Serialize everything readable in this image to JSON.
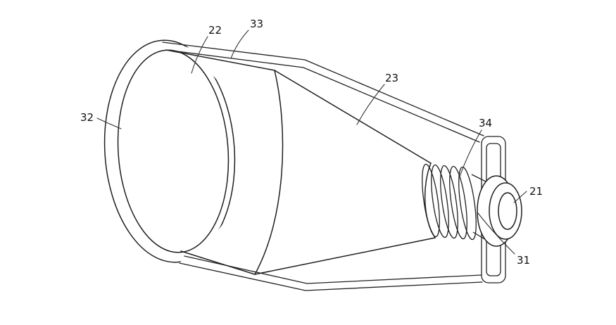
{
  "figure": {
    "background_color": "#ffffff",
    "line_color": "#1f1f1f"
  },
  "labels": [
    {
      "text": "22"
    },
    {
      "text": "33"
    },
    {
      "text": "23"
    },
    {
      "text": "34"
    },
    {
      "text": "21"
    },
    {
      "text": "31"
    },
    {
      "text": "32"
    }
  ]
}
